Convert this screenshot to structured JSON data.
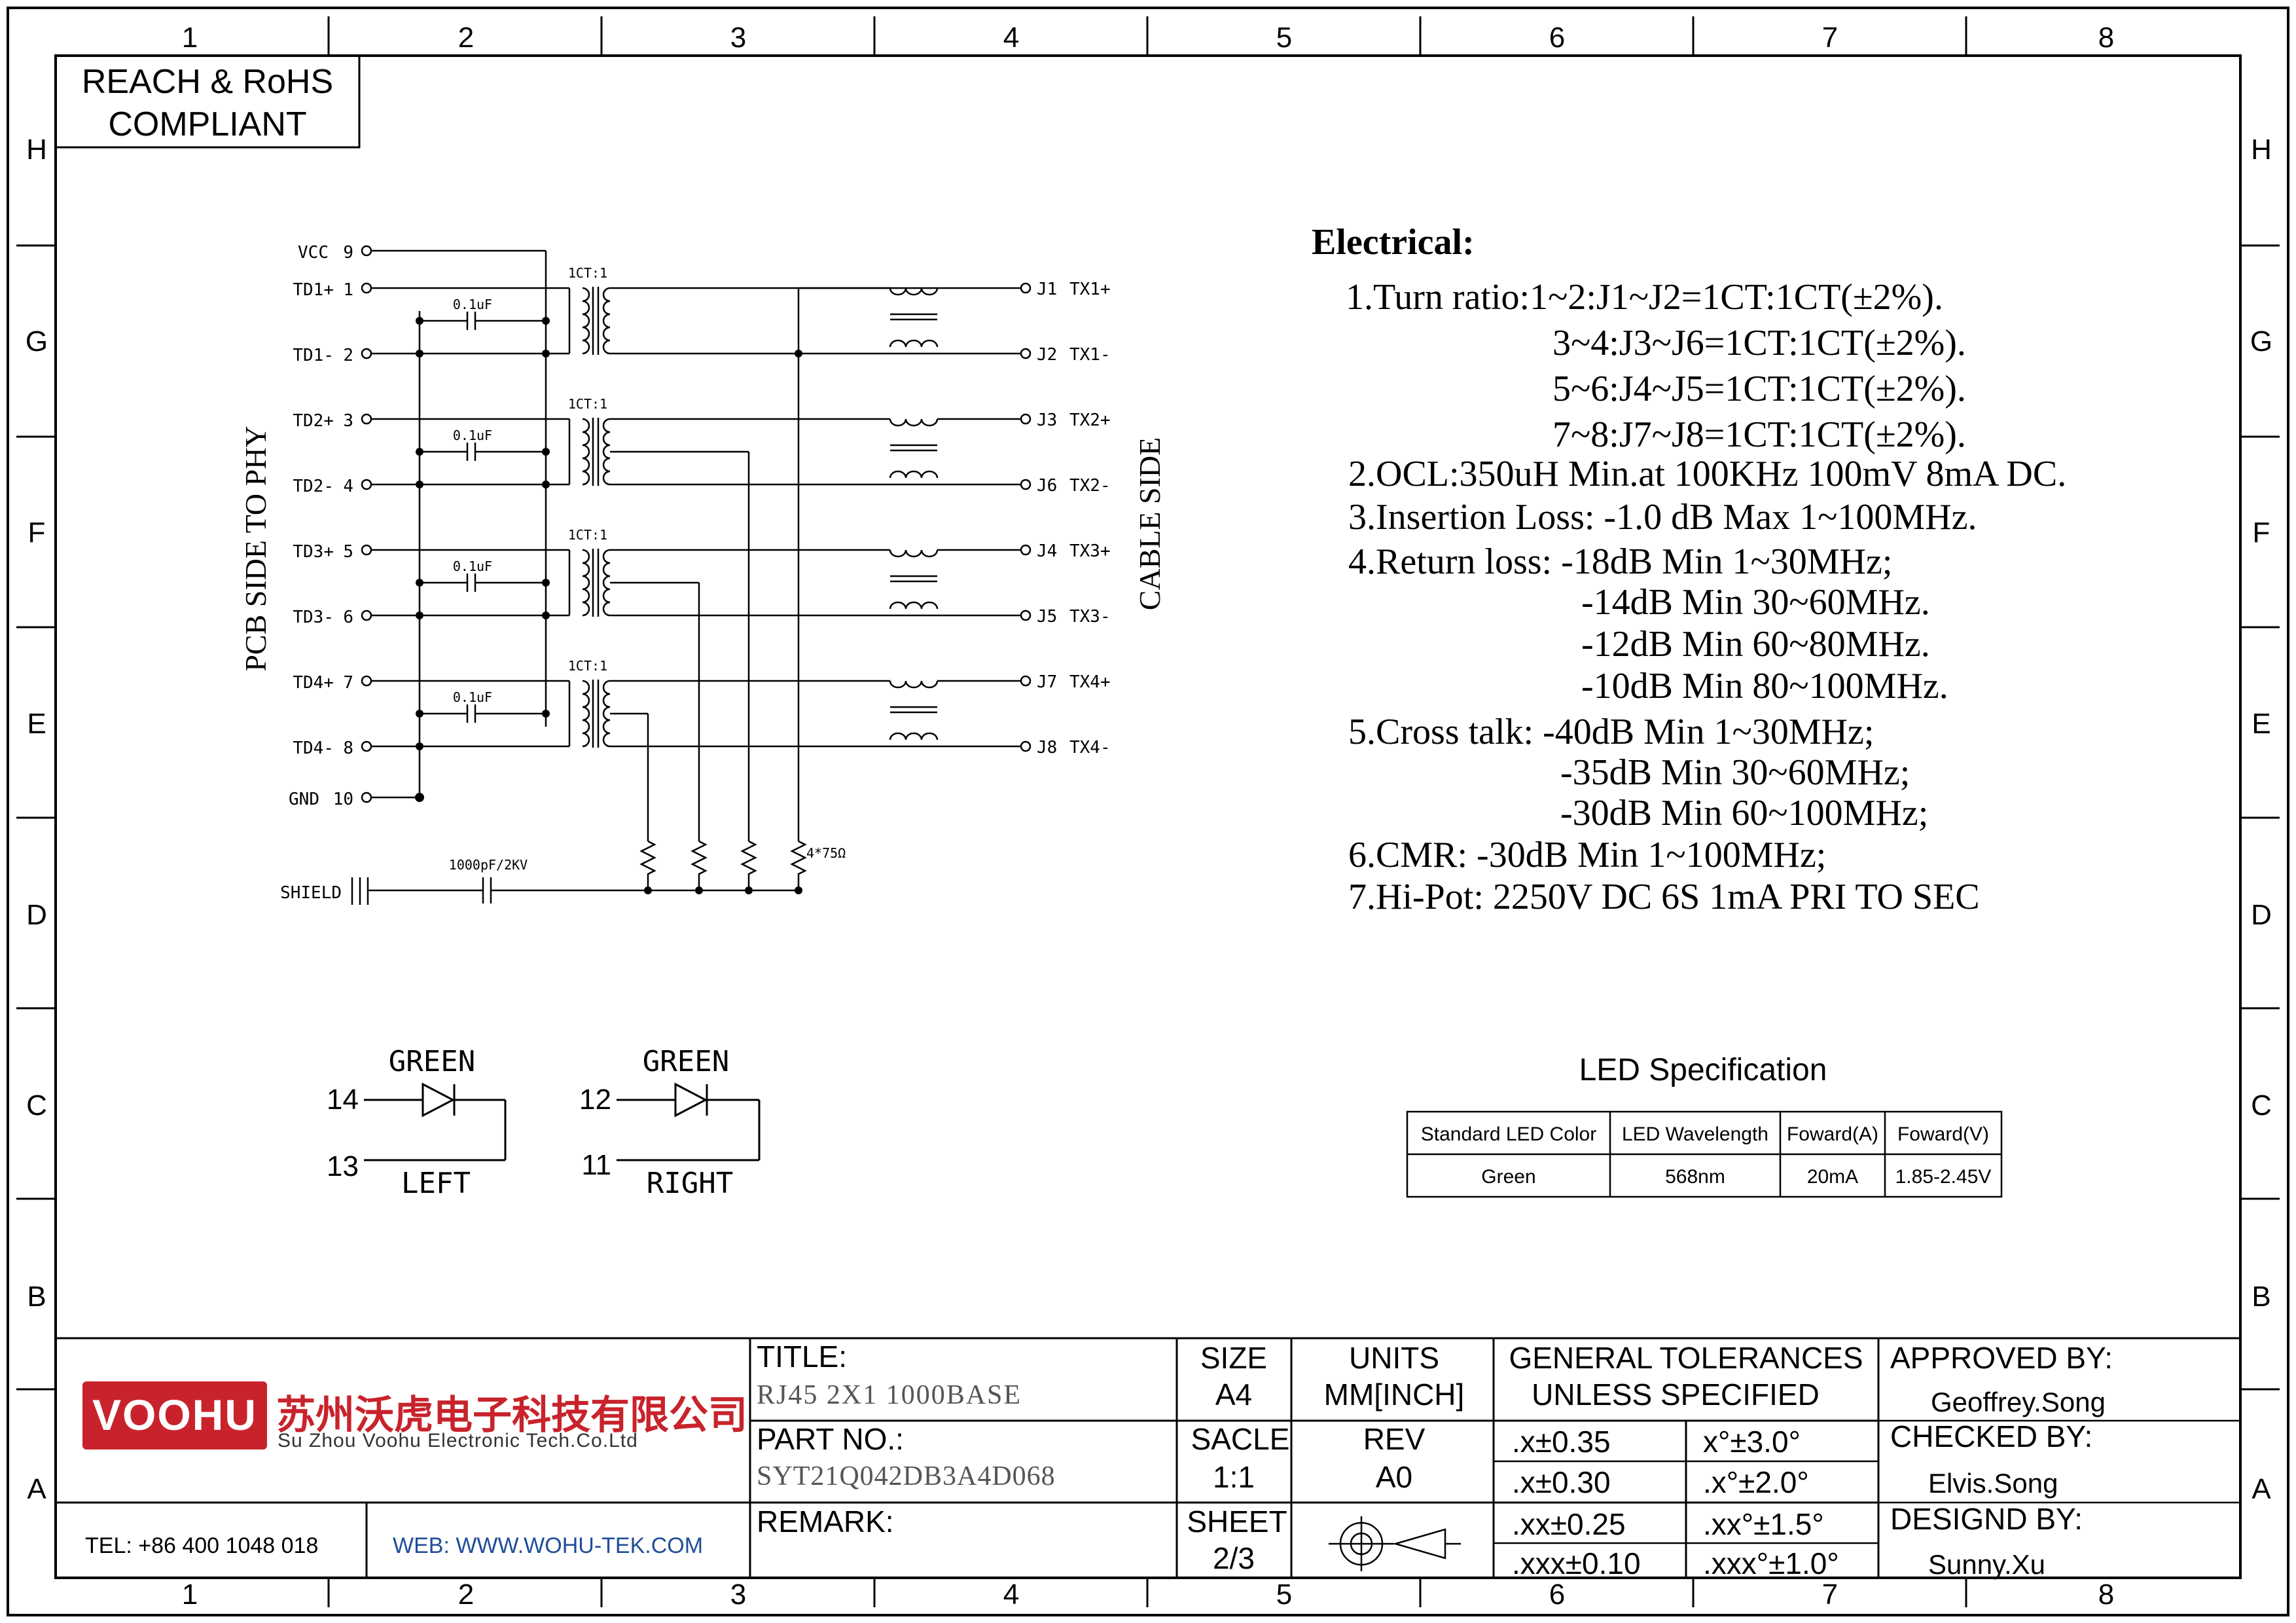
{
  "frame": {
    "col_labels": [
      "1",
      "2",
      "3",
      "4",
      "5",
      "6",
      "7",
      "8"
    ],
    "row_labels": [
      "H",
      "G",
      "F",
      "E",
      "D",
      "C",
      "B",
      "A"
    ]
  },
  "compliance": {
    "line1": "REACH & RoHS",
    "line2": "COMPLIANT"
  },
  "schematic": {
    "left_side_label": "PCB SIDE TO PHY",
    "right_side_label": "CABLE SIDE",
    "vcc": {
      "label": "VCC",
      "pin": "9"
    },
    "gnd": {
      "label": "GND",
      "pin": "10"
    },
    "shield_label": "SHIELD",
    "shield_cap": "1000pF/2KV",
    "termination_label": "4*75Ω",
    "channels": [
      {
        "in_pos": "TD1+",
        "in_pos_pin": "1",
        "in_neg": "TD1-",
        "in_neg_pin": "2",
        "cap": "0.1uF",
        "ratio": "1CT:1",
        "out_pos": "J1",
        "out_pos_sig": "TX1+",
        "out_neg": "J2",
        "out_neg_sig": "TX1-"
      },
      {
        "in_pos": "TD2+",
        "in_pos_pin": "3",
        "in_neg": "TD2-",
        "in_neg_pin": "4",
        "cap": "0.1uF",
        "ratio": "1CT:1",
        "out_pos": "J3",
        "out_pos_sig": "TX2+",
        "out_neg": "J6",
        "out_neg_sig": "TX2-"
      },
      {
        "in_pos": "TD3+",
        "in_pos_pin": "5",
        "in_neg": "TD3-",
        "in_neg_pin": "6",
        "cap": "0.1uF",
        "ratio": "1CT:1",
        "out_pos": "J4",
        "out_pos_sig": "TX3+",
        "out_neg": "J5",
        "out_neg_sig": "TX3-"
      },
      {
        "in_pos": "TD4+",
        "in_pos_pin": "7",
        "in_neg": "TD4-",
        "in_neg_pin": "8",
        "cap": "0.1uF",
        "ratio": "1CT:1",
        "out_pos": "J7",
        "out_pos_sig": "TX4+",
        "out_neg": "J8",
        "out_neg_sig": "TX4-"
      }
    ]
  },
  "electrical": {
    "title": "Electrical:",
    "lines": [
      "1.Turn ratio:1~2:J1~J2=1CT:1CT(±2%).",
      "3~4:J3~J6=1CT:1CT(±2%).",
      "5~6:J4~J5=1CT:1CT(±2%).",
      "7~8:J7~J8=1CT:1CT(±2%).",
      "2.OCL:350uH Min.at 100KHz 100mV 8mA DC.",
      "3.Insertion Loss: -1.0 dB Max 1~100MHz.",
      "4.Return loss: -18dB Min 1~30MHz;",
      "-14dB Min 30~60MHz.",
      "-12dB Min 60~80MHz.",
      "-10dB Min 80~100MHz.",
      "5.Cross talk: -40dB Min 1~30MHz;",
      "-35dB Min 30~60MHz;",
      "-30dB Min 60~100MHz;",
      "6.CMR: -30dB Min 1~100MHz;",
      "7.Hi-Pot: 2250V DC 6S 1mA PRI TO SEC"
    ]
  },
  "leds": [
    {
      "color": "GREEN",
      "pin_a": "14",
      "pin_b": "13",
      "side": "LEFT"
    },
    {
      "color": "GREEN",
      "pin_a": "12",
      "pin_b": "11",
      "side": "RIGHT"
    }
  ],
  "led_spec": {
    "title": "LED Specification",
    "headers": [
      "Standard LED Color",
      "LED Wavelength",
      "Foward(A)",
      "Foward(V)"
    ],
    "row": [
      "Green",
      "568nm",
      "20mA",
      "1.85-2.45V"
    ]
  },
  "title_block": {
    "logo_text": "VOOHU",
    "company_cn": "苏州沃虎电子科技有限公司",
    "company_en": "Su Zhou Voohu Electronic Tech.Co.Ltd",
    "tel": "TEL: +86 400 1048 018",
    "web": "WEB: WWW.WOHU-TEK.COM",
    "title_label": "TITLE:",
    "title_value": "RJ45 2X1 1000BASE",
    "part_label": "PART NO.:",
    "part_value": "SYT21Q042DB3A4D068",
    "remark_label": "REMARK:",
    "size_label": "SIZE",
    "size_value": "A4",
    "units_label": "UNITS",
    "units_value": "MM[INCH]",
    "scale_label": "SACLE",
    "scale_value": "1:1",
    "rev_label": "REV",
    "rev_value": "A0",
    "sheet_label": "SHEET",
    "sheet_value": "2/3",
    "tol_title1": "GENERAL TOLERANCES",
    "tol_title2": "UNLESS SPECIFIED",
    "tolerances": [
      [
        ".x±0.35",
        "x°±3.0°"
      ],
      [
        ".x±0.30",
        ".x°±2.0°"
      ],
      [
        ".xx±0.25",
        ".xx°±1.5°"
      ],
      [
        ".xxx±0.10",
        ".xxx°±1.0°"
      ]
    ],
    "approved_label": "APPROVED BY:",
    "approved_value": "Geoffrey.Song",
    "checked_label": "CHECKED BY:",
    "checked_value": "Elvis.Song",
    "designed_label": "DESIGND BY:",
    "designed_value": "Sunny.Xu"
  }
}
